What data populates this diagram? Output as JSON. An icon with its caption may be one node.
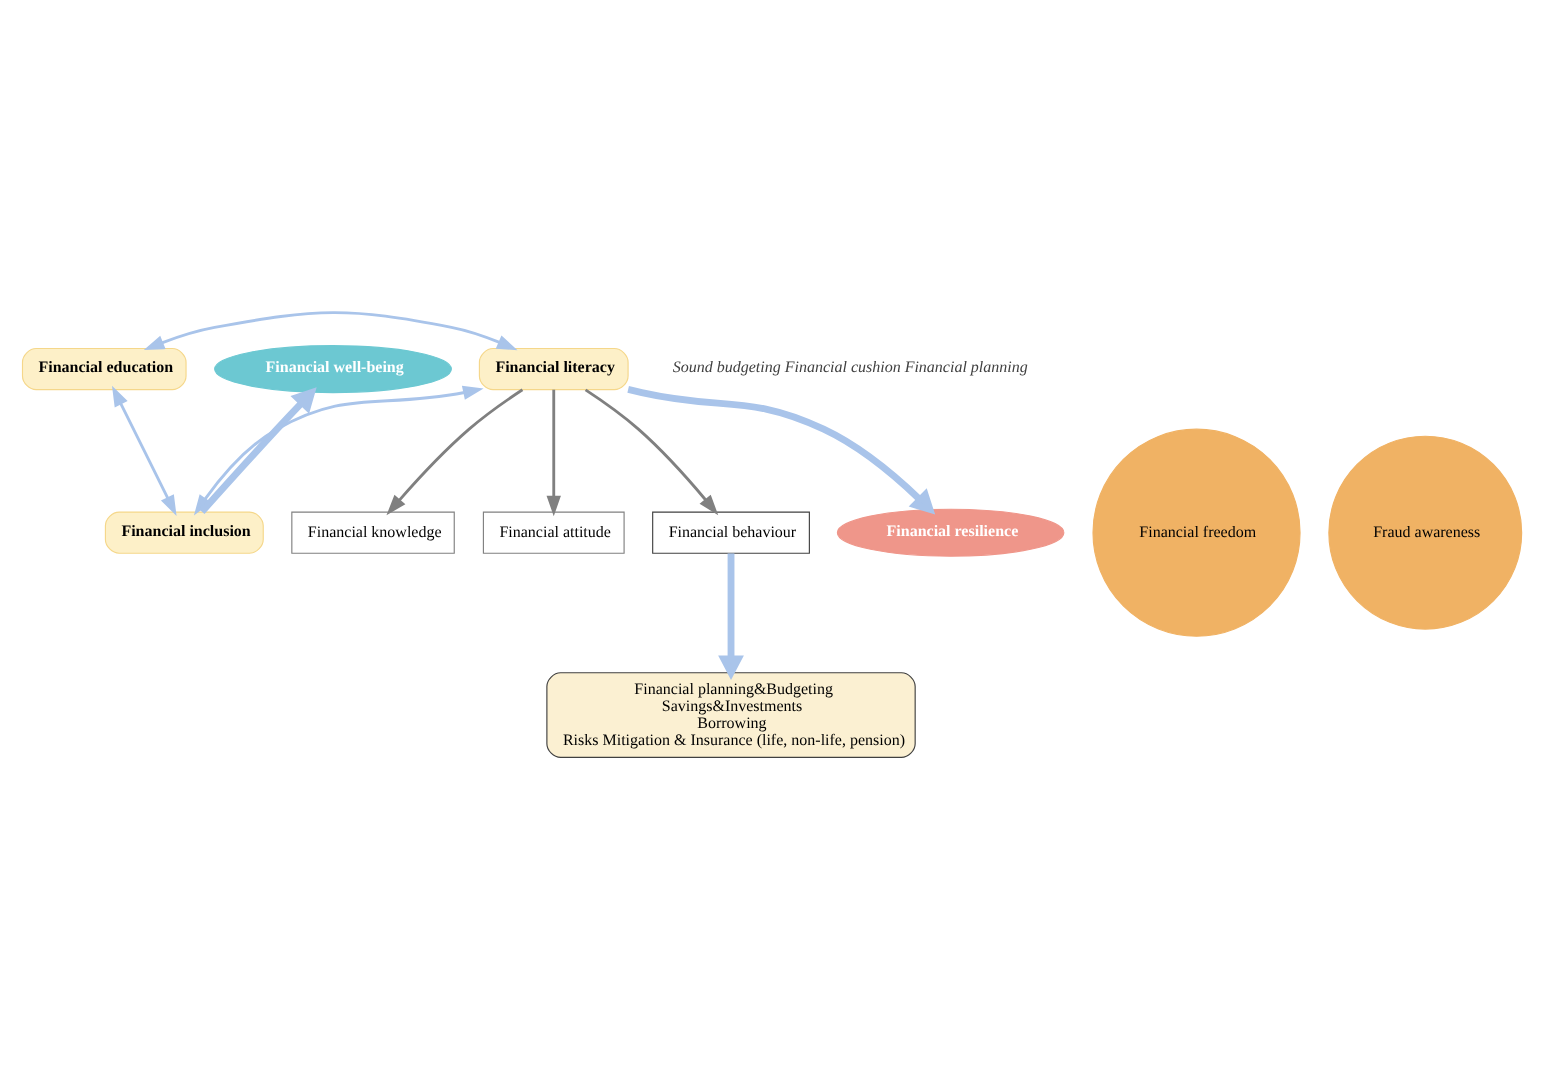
{
  "diagram": {
    "nodes": [
      {
        "text": [
          "Financial education"
        ]
      },
      {
        "text": [
          "Financial inclusion"
        ]
      },
      {
        "text": [
          "Financial literacy"
        ]
      },
      {
        "text": [
          "Financial knowledge"
        ]
      },
      {
        "text": [
          "Financial attitude"
        ]
      },
      {
        "text": [
          "Financial behaviour"
        ]
      },
      {
        "text": [
          "Financial planning&Budgeting",
          "Savings&Investments",
          "Borrowing",
          "Risks Mitigation & Insurance (life, non-life, pension)"
        ]
      },
      {
        "text": [
          "Financial well-being"
        ]
      },
      {
        "text": [
          "Financial resilience"
        ]
      },
      {
        "text": [
          "Financial freedom"
        ]
      },
      {
        "text": [
          "Fraud awareness"
        ]
      }
    ],
    "edges": [
      {
        "from": 0,
        "to": 1,
        "arrow": "both"
      },
      {
        "from": 0,
        "to": 2,
        "arrow": "both"
      },
      {
        "from": 1,
        "to": 2,
        "arrow": "both"
      },
      {
        "from": 2,
        "to": 3,
        "arrow": "to",
        "color": "#808080"
      },
      {
        "from": 2,
        "to": 4,
        "arrow": "to",
        "color": "#808080"
      },
      {
        "from": 2,
        "to": 5,
        "arrow": "to",
        "color": "#808080"
      },
      {
        "from": 5,
        "to": 6,
        "arrow": "to",
        "style": "thick"
      },
      {
        "from": 1,
        "to": 7,
        "arrow": "to",
        "style": "thick"
      },
      {
        "from": 2,
        "to": 8,
        "arrow": "to",
        "style": "thick"
      }
    ],
    "labels": [
      "Sound budgeting Financial cushion Financial planning"
    ]
  }
}
